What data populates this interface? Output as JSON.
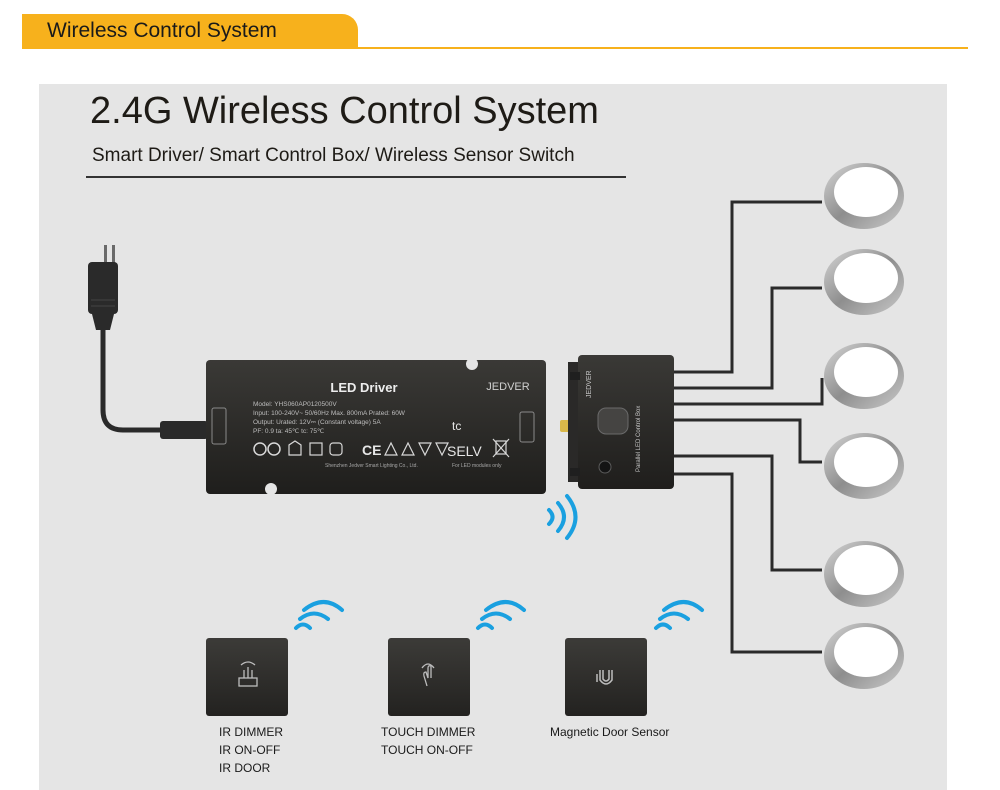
{
  "header": {
    "title": "Wireless Control System"
  },
  "main": {
    "title": "2.4G Wireless Control System",
    "subtitle": "Smart Driver/ Smart Control Box/ Wireless Sensor Switch"
  },
  "driver": {
    "label": "LED Driver",
    "brand": "JEDVER",
    "spec_lines": [
      "Model: YHS060AP0120500V",
      "Input: 100-240V~ 50/60Hz Max. 800mA  Prated: 60W",
      "Output: Urated: 12V⎓  (Constant voltage)  5A",
      "PF: 0.9  ta: 45℃  tc: 75℃"
    ],
    "cert_ce": "CE",
    "cert_selv": "SELV",
    "cert_tc": "tc",
    "footer_left": "Shenzhen Jedver Smart Lighting Co., Ltd.",
    "footer_right": "For LED modules only"
  },
  "control_box": {
    "brand": "JEDVER",
    "label": "Parallel LED Control Box"
  },
  "sensors": [
    {
      "lines": [
        "IR DIMMER",
        "IR ON-OFF",
        "IR DOOR"
      ],
      "icon": "ir-hand-icon"
    },
    {
      "lines": [
        "TOUCH DIMMER",
        "TOUCH  ON-OFF"
      ],
      "icon": "touch-hand-icon"
    },
    {
      "lines": [
        "Magnetic Door Sensor"
      ],
      "icon": "magnet-icon"
    }
  ],
  "colors": {
    "accent": "#f7b11c",
    "panel_bg": "#e5e5e5",
    "device": "#2b2a28",
    "wireless": "#1aa0e0"
  }
}
